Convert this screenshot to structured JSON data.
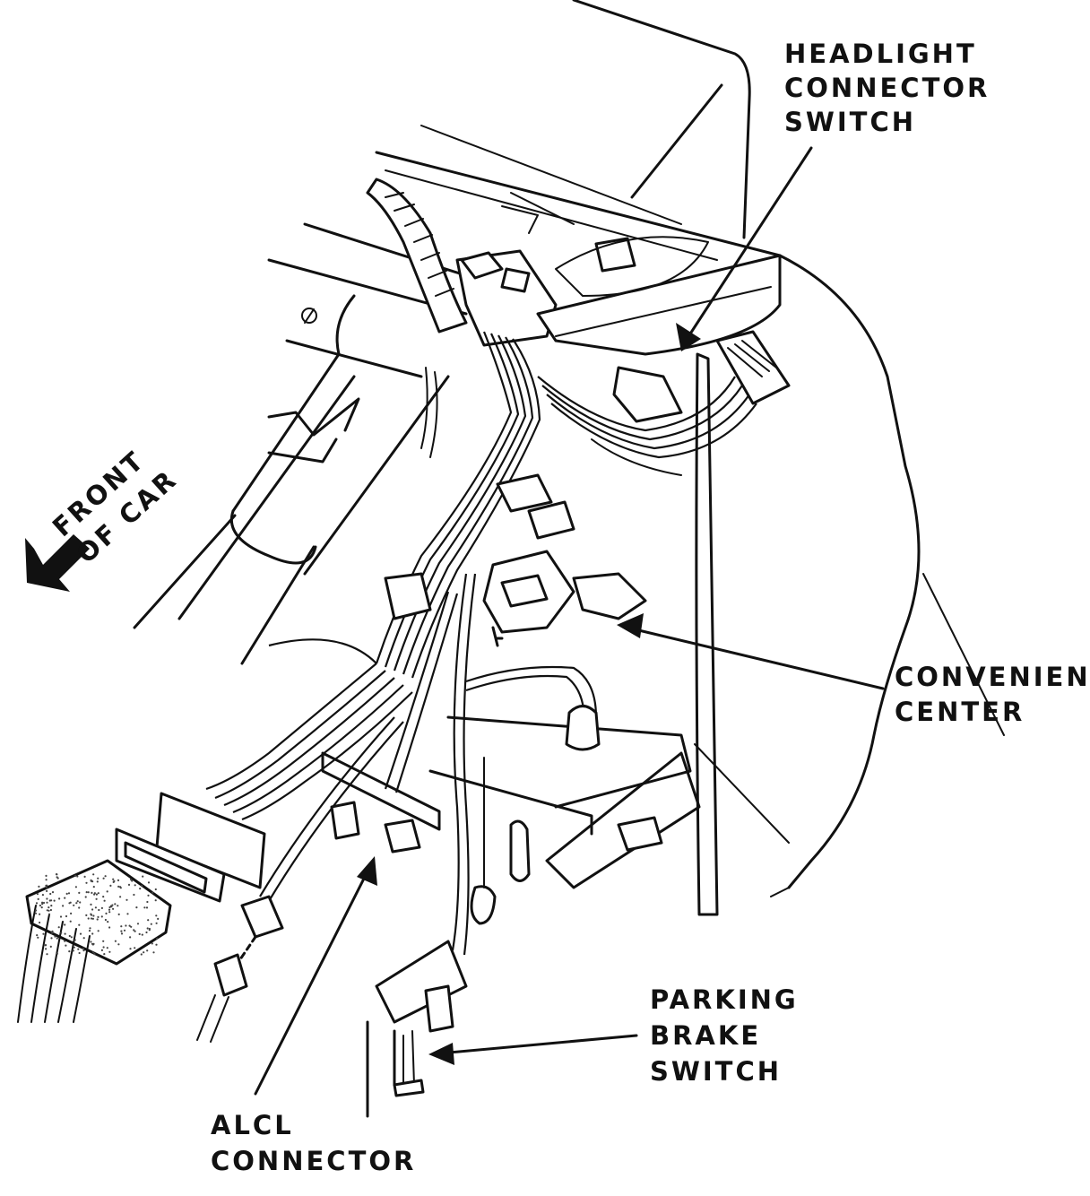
{
  "labels": {
    "headlight": [
      "HEADLIGHT",
      "CONNECTOR",
      "SWITCH"
    ],
    "front": [
      "FRONT",
      "OF CAR"
    ],
    "convenience": [
      "CONVENIENCE",
      "CENTER"
    ],
    "parking": [
      "PARKING",
      "BRAKE",
      "SWITCH"
    ],
    "alcl": [
      "ALCL",
      "CONNECTOR"
    ]
  },
  "colors": {
    "ink": "#111111",
    "paper": "#ffffff"
  }
}
